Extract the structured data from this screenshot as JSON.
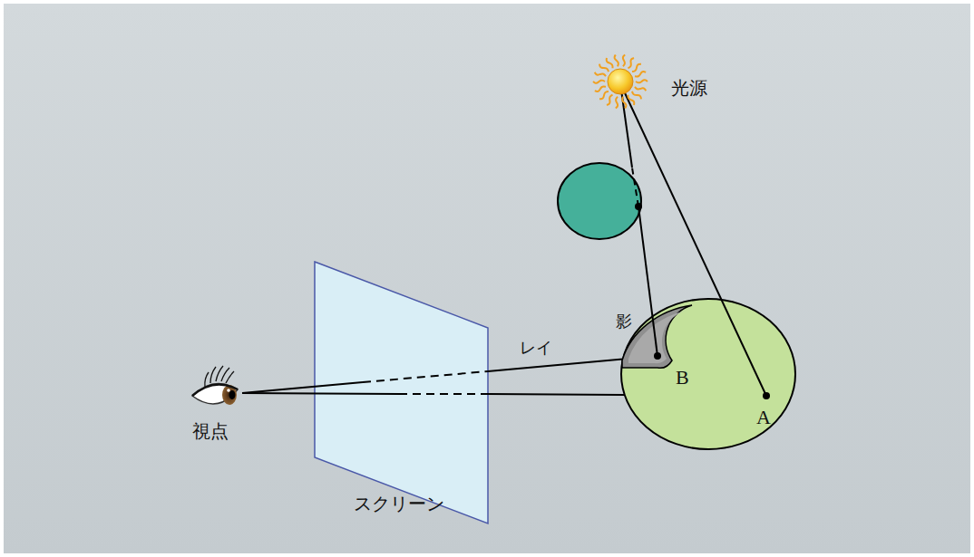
{
  "diagram": {
    "labels": [
      "光源",
      "影",
      "レイ",
      "B",
      "A",
      "視点",
      "スクリーン"
    ]
  }
}
